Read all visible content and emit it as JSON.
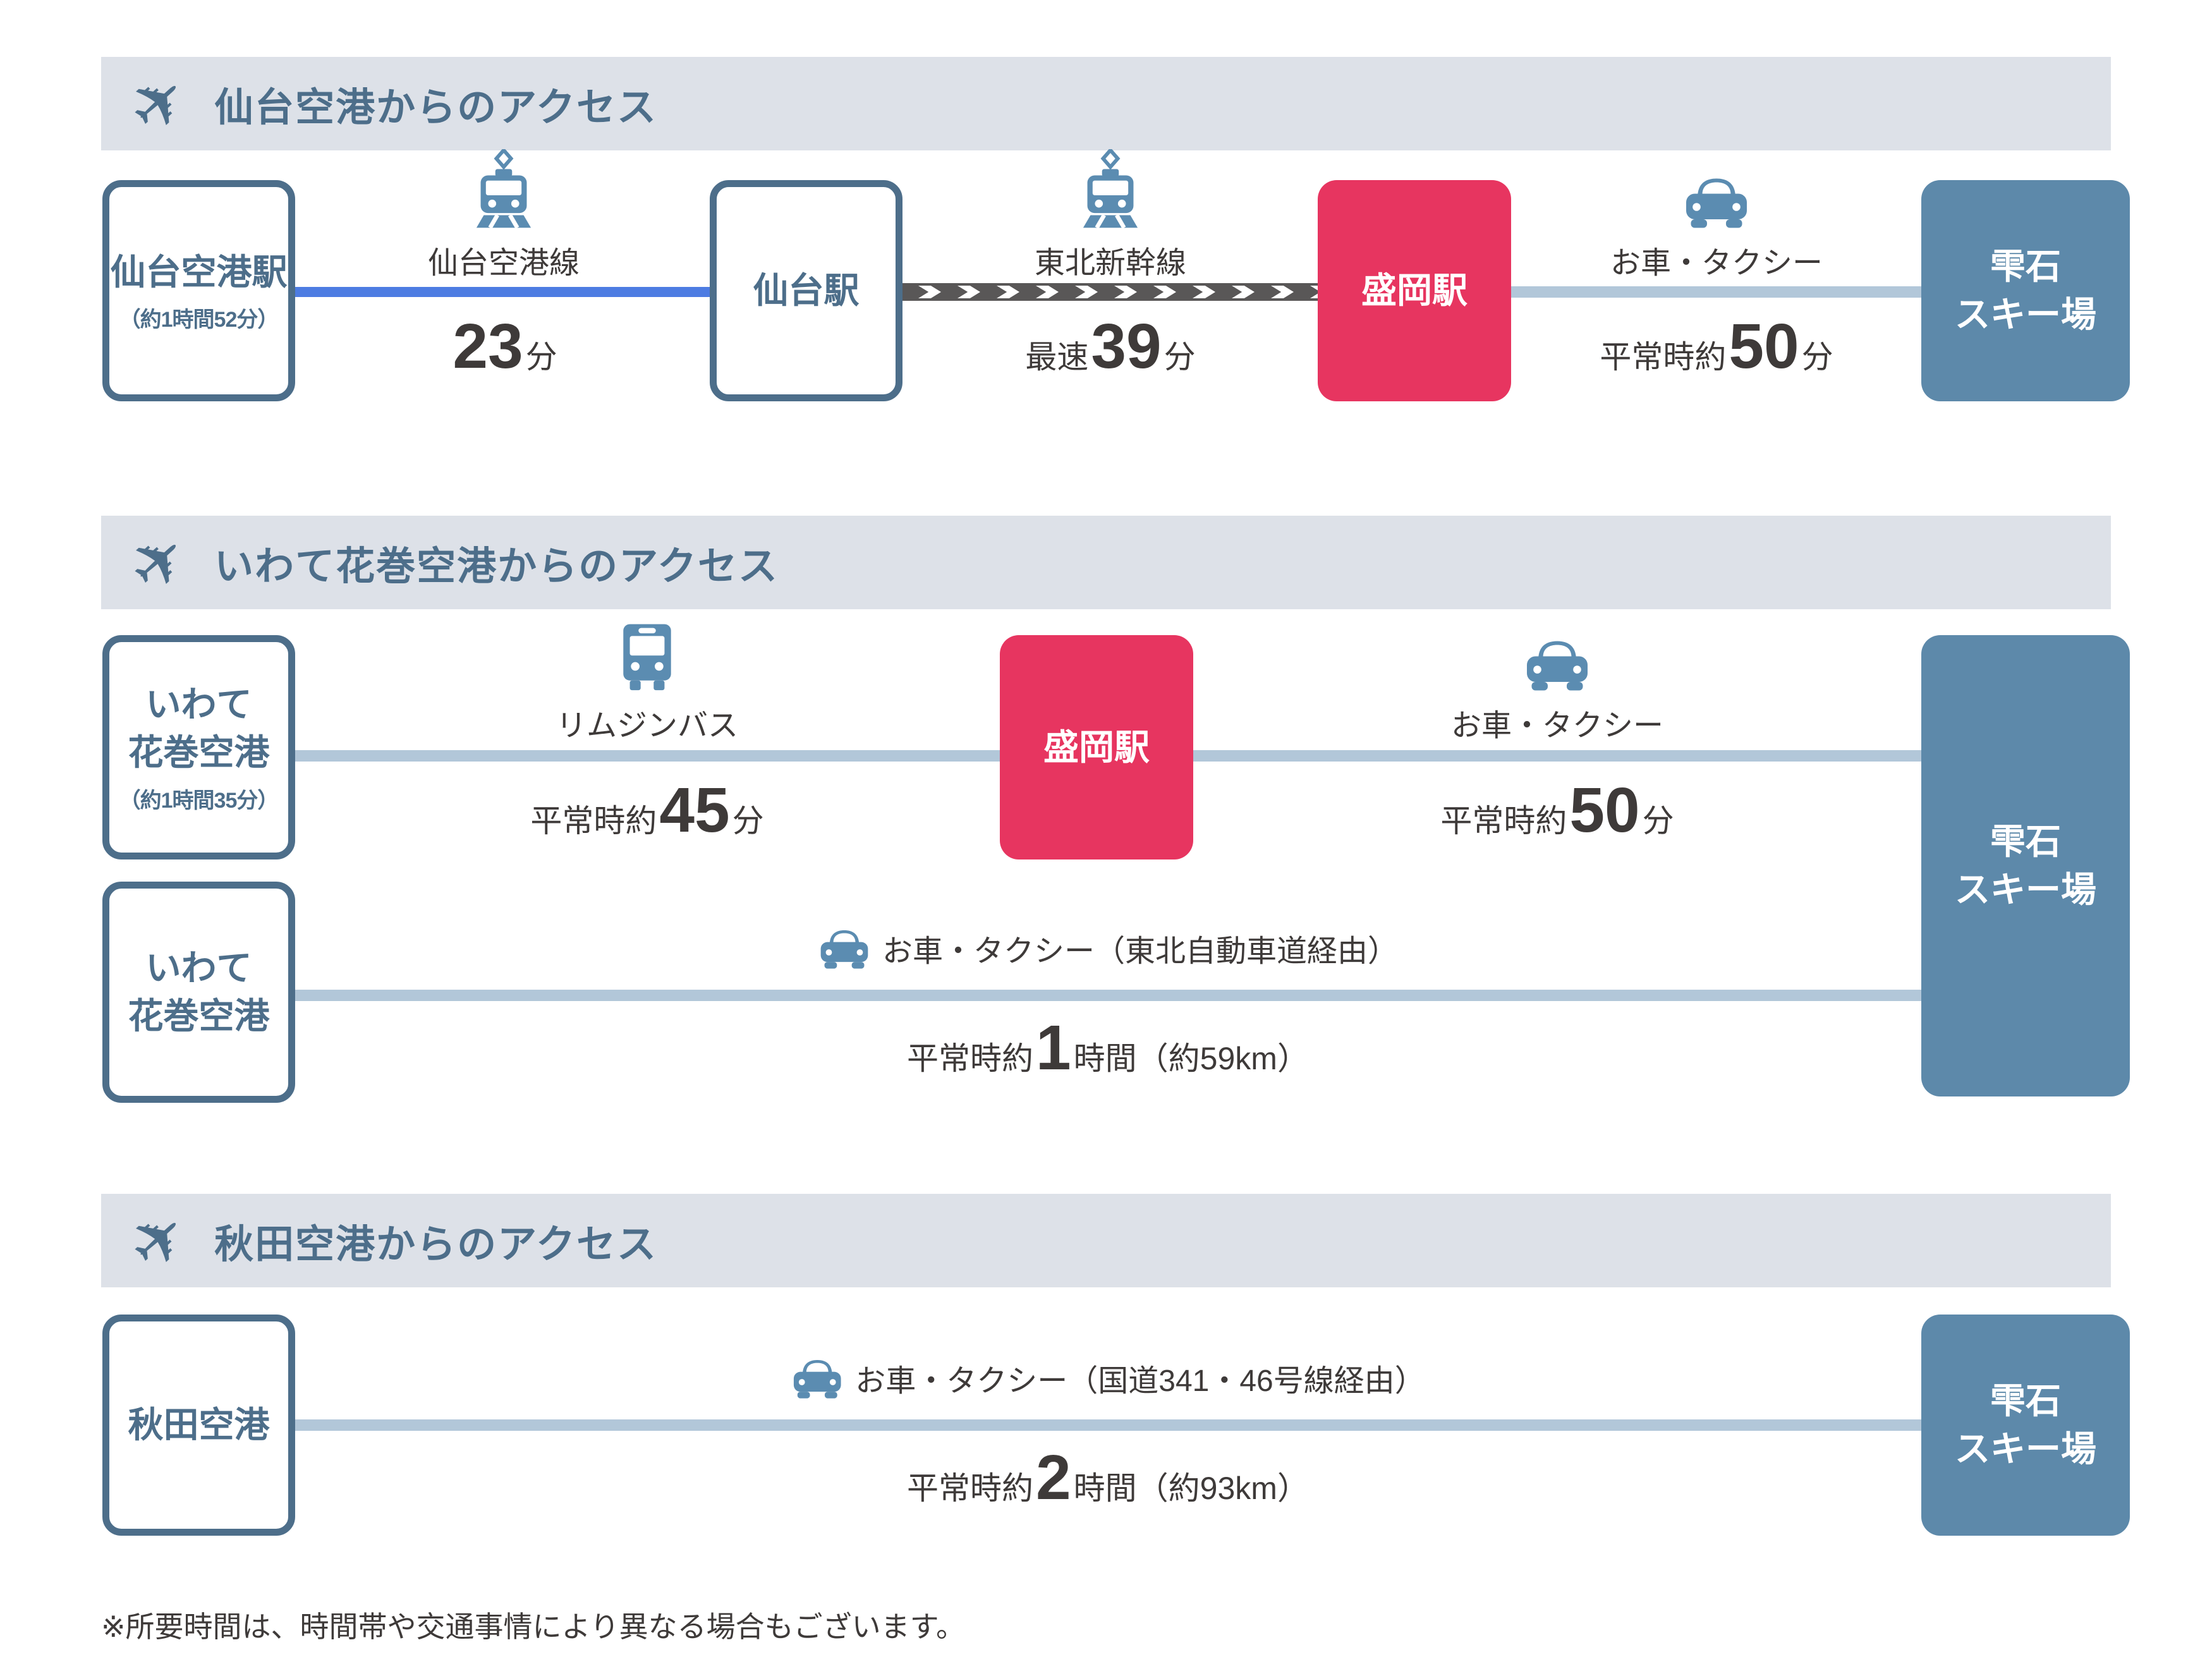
{
  "colors": {
    "header_bg": "#dde1e8",
    "slate": "#4d6e8a",
    "pink": "#e73560",
    "steel_box": "#5d89aa",
    "icon_blue": "#5b8cb1",
    "line_blue": "#4d7ce2",
    "line_light": "#b2c7d9",
    "line_dark": "#595757",
    "text_dark": "#3e3a39"
  },
  "plane_glyph": "✈",
  "note": "※所要時間は、時間帯や交通事情により異なる場合もございます。",
  "sections": [
    {
      "title": "仙台空港からのアクセス",
      "nodes": {
        "start": {
          "label": "仙台空港駅",
          "sub": "（約1時間52分）"
        },
        "mid1": {
          "label": "仙台駅"
        },
        "mid2": {
          "label": "盛岡駅"
        },
        "end": {
          "line1": "雫石",
          "line2": "スキー場"
        }
      },
      "segments": {
        "s1": {
          "icon": "train-icon",
          "label": "仙台空港線",
          "time_prefix": "",
          "time_big": "23",
          "time_suffix": "分"
        },
        "s2": {
          "icon": "train-icon",
          "label": "東北新幹線",
          "time_prefix": "最速",
          "time_big": "39",
          "time_suffix": "分"
        },
        "s3": {
          "icon": "car-icon",
          "label": "お車・タクシー",
          "time_prefix": "平常時約",
          "time_big": "50",
          "time_suffix": "分"
        }
      }
    },
    {
      "title": "いわて花巻空港からのアクセス",
      "nodes": {
        "start_row1": {
          "line1": "いわて",
          "line2": "花巻空港",
          "sub": "（約1時間35分）"
        },
        "mid": {
          "label": "盛岡駅"
        },
        "end": {
          "line1": "雫石",
          "line2": "スキー場"
        },
        "start_row2": {
          "line1": "いわて",
          "line2": "花巻空港"
        }
      },
      "segments": {
        "s1": {
          "icon": "bus-icon",
          "label": "リムジンバス",
          "time_prefix": "平常時約",
          "time_big": "45",
          "time_suffix": "分"
        },
        "s2": {
          "icon": "car-icon",
          "label": "お車・タクシー",
          "time_prefix": "平常時約",
          "time_big": "50",
          "time_suffix": "分"
        },
        "s3": {
          "icon": "car-icon",
          "label": "お車・タクシー（東北自動車道経由）",
          "time_prefix": "平常時約",
          "time_big": "1",
          "time_suffix": "時間（約59km）"
        }
      }
    },
    {
      "title": "秋田空港からのアクセス",
      "nodes": {
        "start": {
          "label": "秋田空港"
        },
        "end": {
          "line1": "雫石",
          "line2": "スキー場"
        }
      },
      "segments": {
        "s1": {
          "icon": "car-icon",
          "label": "お車・タクシー（国道341・46号線経由）",
          "time_prefix": "平常時約",
          "time_big": "2",
          "time_suffix": "時間（約93km）"
        }
      }
    }
  ]
}
